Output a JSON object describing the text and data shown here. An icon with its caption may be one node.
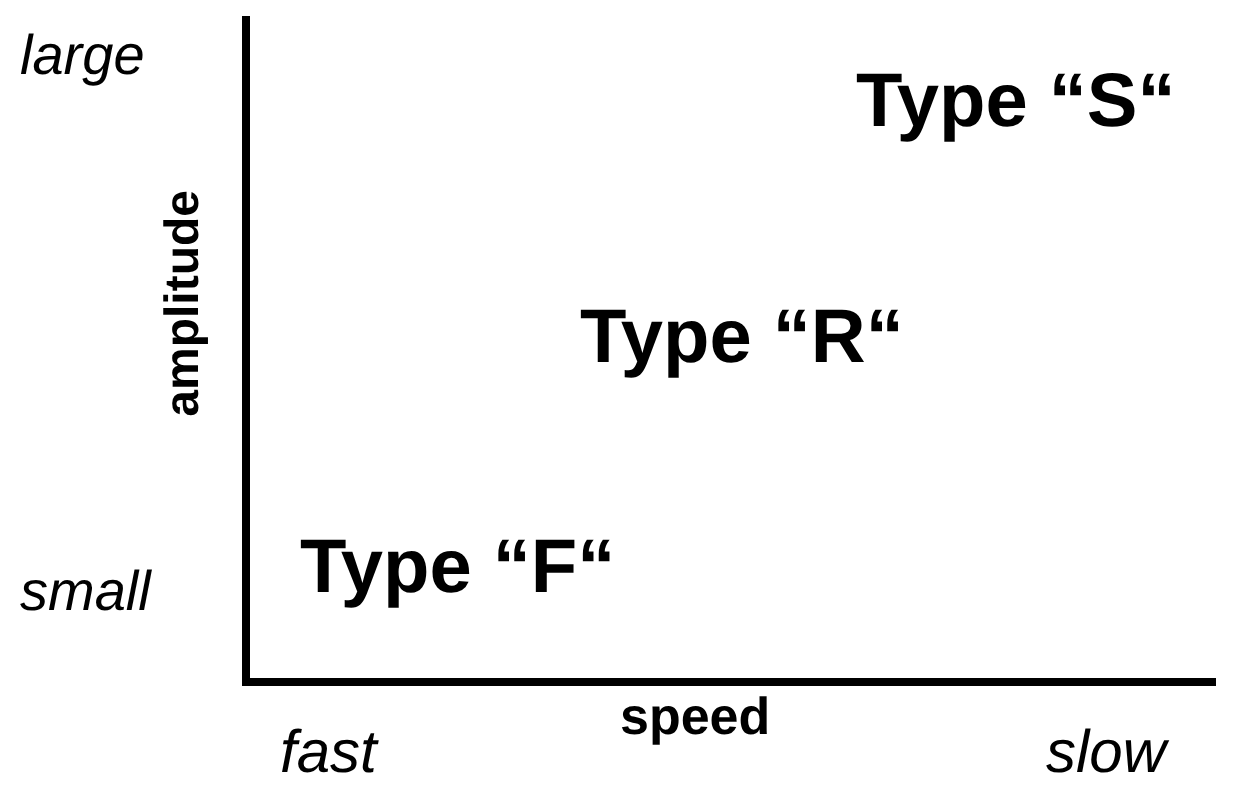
{
  "diagram": {
    "labels": [
      "large",
      "Type “S“",
      "amplitude",
      "Type “R“",
      "small",
      "Type “F“",
      "fast",
      "speed",
      "slow"
    ]
  }
}
